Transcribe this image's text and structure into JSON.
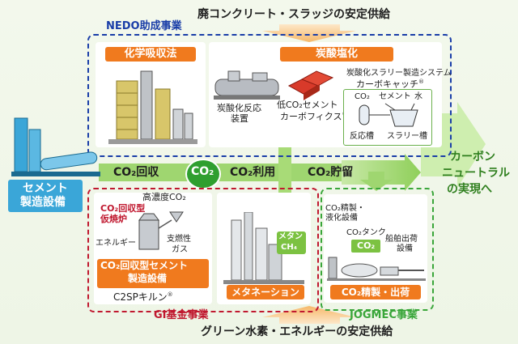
{
  "top_supply": "廃コンクリート・スラッジの安定供給",
  "bottom_supply": "グリーン水素・エネルギーの安定供給",
  "nedo_label": "NEDO助成事業",
  "gi_label": "GI基金事業",
  "jogmec_label": "JOGMEC事業",
  "chem_absorb": "化学吸収法",
  "carbonation": "炭酸塩化",
  "reactor_line1": "炭酸化反応",
  "reactor_line2": "装置",
  "lowco2_line1": "低CO₂セメント",
  "lowco2_line2": "カーボフィクス",
  "lowco2_mark": "®",
  "slurry_system": "炭酸化スラリー製造システム",
  "carbocatch": "カーボキャッチ",
  "carbocatch_mark": "®",
  "co2_small": "CO₂",
  "cement_small": "セメント",
  "water_small": "水",
  "reaction_tank": "反応槽",
  "slurry_tank": "スラリー槽",
  "cement_plant_line1": "セメント",
  "cement_plant_line2": "製造設備",
  "co2_recovery": "CO₂回収",
  "co2_center": "CO₂",
  "co2_use": "CO₂利用",
  "co2_storage": "CO₂貯留",
  "carbon_neutral_line1": "カーボン",
  "carbon_neutral_line2": "ニュートラル",
  "carbon_neutral_line3": "の実現へ",
  "high_conc_co2": "高濃度CO₂",
  "calciner_line1": "CO₂回収型",
  "calciner_line2": "仮焼炉",
  "energy": "エネルギー",
  "fuel_line1": "支燃性",
  "fuel_line2": "ガス",
  "c2sp_box_line1": "CO₂回収型セメント",
  "c2sp_box_line2": "製造設備",
  "c2sp_kiln": "C2SPキルン",
  "c2sp_mark": "®",
  "methane_line1": "メタン",
  "methane_line2": "CH₄",
  "methanation": "メタネーション",
  "refine_line1": "CO₂精製・",
  "refine_line2": "液化設備",
  "co2_tank": "CO₂タンク",
  "co2_tank_label": "CO₂",
  "ship_line1": "船舶出荷",
  "ship_line2": "設備",
  "refine_ship": "CO₂精製・出荷",
  "colors": {
    "nedo": "#1a3ea8",
    "gi": "#c0182f",
    "jogmec": "#3aa63a",
    "orange": "#f07a1e",
    "green": "#7cc242",
    "dark_green": "#2f7f1e",
    "cyan": "#3aa6d8"
  }
}
